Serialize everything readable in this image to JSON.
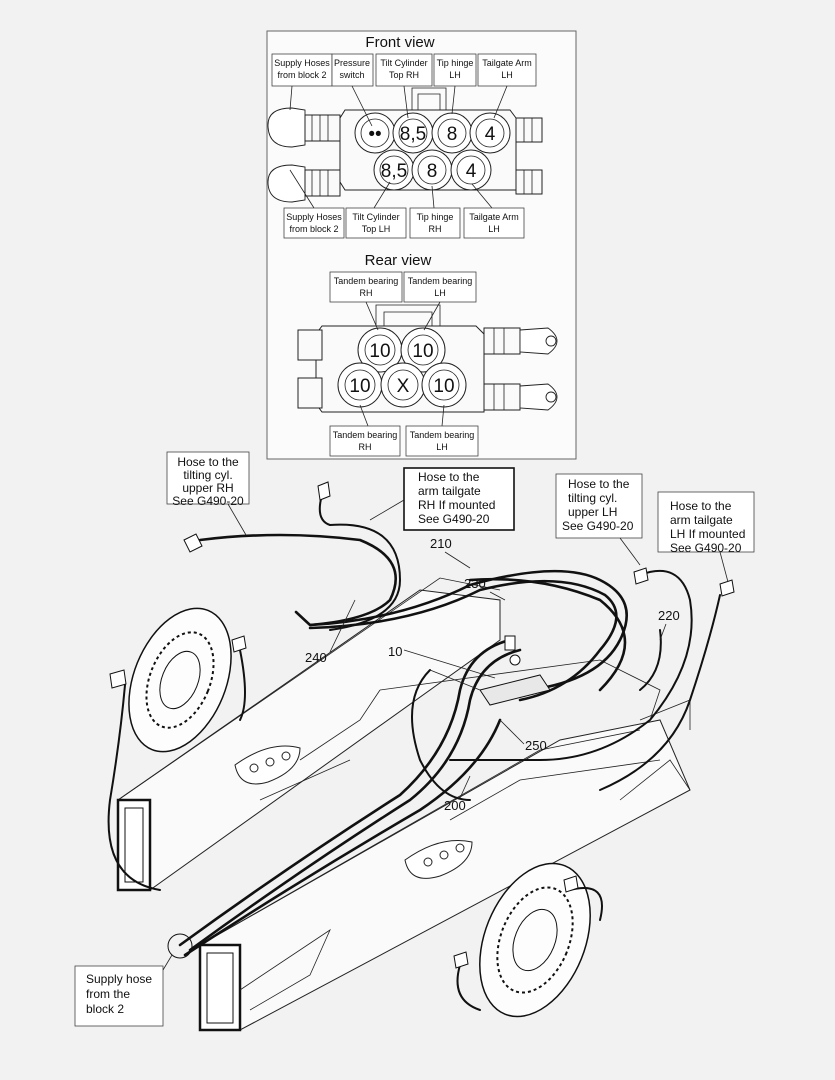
{
  "front_view": {
    "title": "Front view",
    "top_labels": [
      [
        "Supply Hoses",
        "from block 2"
      ],
      [
        "Pressure",
        "switch"
      ],
      [
        "Tilt Cylinder",
        "Top RH"
      ],
      [
        "Tip hinge",
        "LH"
      ],
      [
        "Tailgate Arm",
        "LH"
      ]
    ],
    "bottom_labels": [
      [
        "Supply Hoses",
        "from block 2"
      ],
      [
        "Tilt Cylinder",
        "Top LH"
      ],
      [
        "Tip hinge",
        "RH"
      ],
      [
        "Tailgate Arm",
        "LH"
      ]
    ],
    "top_ports": [
      "••",
      "8,5",
      "8",
      "4"
    ],
    "bottom_ports": [
      "8,5",
      "8",
      "4"
    ]
  },
  "rear_view": {
    "title": "Rear view",
    "top_labels": [
      [
        "Tandem bearing",
        "RH"
      ],
      [
        "Tandem bearing",
        "LH"
      ]
    ],
    "bottom_labels": [
      [
        "Tandem bearing",
        "RH"
      ],
      [
        "Tandem bearing",
        "LH"
      ]
    ],
    "top_ports": [
      "10",
      "10"
    ],
    "bottom_ports": [
      "10",
      "X",
      "10"
    ]
  },
  "callouts": {
    "tilt_rh": [
      "Hose to the",
      "tilting cyl.",
      "upper  RH",
      "See G490-20"
    ],
    "tailgate_rh": [
      "Hose to the",
      "arm tailgate",
      "RH If mounted",
      "See G490-20"
    ],
    "tilt_lh": [
      "Hose to the",
      "tilting cyl.",
      "upper  LH",
      "See G490-20"
    ],
    "tailgate_lh": [
      "Hose to the",
      "arm tailgate",
      "LH If mounted",
      "See G490-20"
    ],
    "supply": [
      "Supply hose",
      "from the",
      "block 2"
    ]
  },
  "part_numbers": {
    "p210": "210",
    "p230": "230",
    "p220": "220",
    "p240": "240",
    "p10": "10",
    "p250": "250",
    "p200": "200"
  }
}
